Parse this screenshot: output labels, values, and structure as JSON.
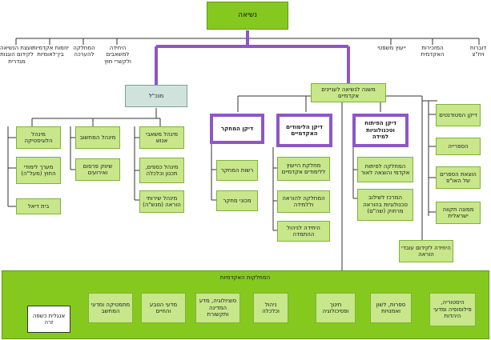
{
  "colors": {
    "main_line": "#8e57c4",
    "line": "#333333",
    "green_box": "#c7e78a",
    "teal_box": "#cfe2dc",
    "bottom_band": "#86c91e",
    "top_box": "#86c91e"
  },
  "president": "נשיאה",
  "president_units": [
    "דוברות ויח\"צ",
    "המזכירות האקדמית",
    "ייעוץ משפטי",
    "היחידה למשאבים ולקשרי חוץ",
    "המחלקה להערכה",
    "יוזמות אקדמיות בין־לאומיות",
    "יועצת הנשיאה לקידום הוגנות מגדרית"
  ],
  "ceo": {
    "title": "מנכ\"ל",
    "col1": [
      "מינהל משאבי אנוש",
      "מינהל כספים, תכנון וכלכלה",
      "מינהל שירותי הוראה (מנש\"ה)"
    ],
    "col2": [
      "מינהל המחשוב",
      "שיווק פרסום ואירועים"
    ],
    "col3": [
      "מינהל הלוגיסטיקה",
      "מערך לימודי החוץ (מעל\"ה)",
      "בית דיאל"
    ]
  },
  "vp": {
    "title": "משנה לנשיאה לעניינים אקדמיים",
    "dean_pedagogy": {
      "title": "דיקן הפיתוח וטכנולוגיות למידה",
      "units": [
        "המחלקה לפיתוח אקדמי והוצאה לאור",
        "המרכז לשילוב טכנולוגיות בהוראה מרחוק (שה\"ם)"
      ]
    },
    "dean_students": {
      "title": "דיקן הלימודים האקדמיים",
      "units": [
        "מחלקת הייעוץ ללימודים אקדמיים",
        "המחלקה להוראה וללמידה",
        "היחידה לניהול ההתמדה"
      ]
    },
    "dean_research": {
      "title": "דיקן המחקר",
      "units": [
        "רשות המחקר",
        "מכוני מחקר"
      ]
    },
    "right_units": [
      "דיקן הסטודנטים",
      "הספרייה",
      "הוצאת הספרים של האו\"פ",
      "ממונה תקווה ישראלית"
    ],
    "staff_unit": "היחידה לקידום עובדי הוראה"
  },
  "departments": {
    "title": "המחלקות האקדמיות",
    "items": [
      "היסטוריה, פילוסופיה ומדעי היהדות",
      "ספרות, לשון ואמנויות",
      "חינוך ופסיכולוגיה",
      "ניהול וכלכלה",
      "סוציולוגיה, מדע המדינה ותקשורת",
      "מדעי הטבע והחיים",
      "מתמטיקה ומדעי המחשב"
    ],
    "extra": "אנגלית כשפה זרה"
  }
}
